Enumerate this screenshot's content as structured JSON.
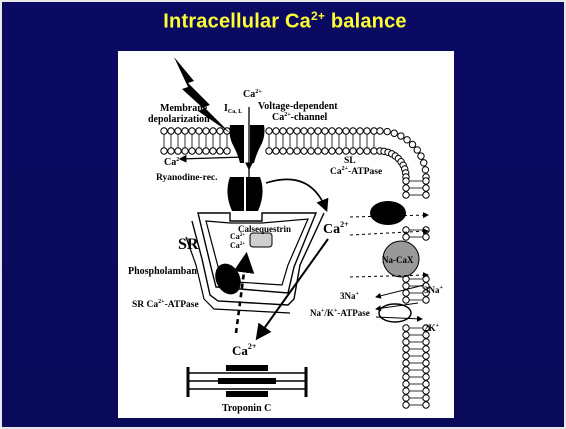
{
  "slide": {
    "title": "Intracellular Ca",
    "title_sup": "2+",
    "title_tail": " balance"
  },
  "labels": {
    "membrane_depolarization_1": "Membrane",
    "membrane_depolarization_2": "depolarization",
    "ca_top": "Ca",
    "ca_top_sup": "2+",
    "i_cal": "I",
    "i_cal_sub": "Ca, L",
    "vdcc_1": "Voltage-dependent",
    "vdcc_2a": "Ca",
    "vdcc_2sup": "2+",
    "vdcc_2b": "-channel",
    "ca_left": "Ca",
    "ca_left_sup": "2+",
    "ryanodine": "Ryanodine-rec.",
    "sl_1": "SL",
    "sl_2a": "Ca",
    "sl_2sup": "2+",
    "sl_2b": "-ATPase",
    "calsequestrin": "Calsequestrin",
    "sr": "SR",
    "ca_sr_1": "Ca",
    "ca_sr_1_sup": "2+",
    "ca_sr_2": "Ca",
    "ca_sr_2_sup": "2+",
    "ca_mid": "Ca",
    "ca_mid_sup": "2+",
    "phospholamban": "Phospholamban",
    "na_cax": "Na-CaX",
    "na3_in": "3Na",
    "na3_in_sup": "+",
    "na3_out": "3Na",
    "na3_out_sup": "+",
    "nak_atpase_a": "Na",
    "nak_atpase_sup1": "+",
    "nak_atpase_b": "/K",
    "nak_atpase_sup2": "+",
    "nak_atpase_c": "-ATPase",
    "k2": "2K",
    "k2_sup": "+",
    "sr_atpase_a": "SR Ca",
    "sr_atpase_sup": "2+",
    "sr_atpase_b": "-ATPase",
    "ca_bottom": "Ca",
    "ca_bottom_sup": "2+",
    "troponin": "Troponin C"
  },
  "colors": {
    "background": "#0a0a5e",
    "title": "#ffff33",
    "panel": "#ffffff",
    "ink": "#000000",
    "exchanger": "#999999"
  }
}
